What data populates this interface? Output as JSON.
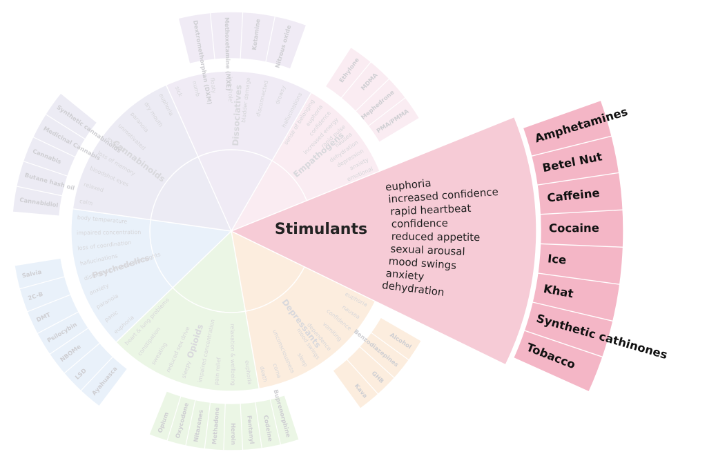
{
  "wheel": {
    "highlighted": "stimulants",
    "categories": [
      {
        "id": "stimulants",
        "name": "Stimulants",
        "color": "#f4b6c6",
        "effects": [
          "euphoria",
          "increased confidence",
          "rapid heartbeat",
          "confidence",
          "reduced appetite",
          "sexual arousal",
          "mood swings",
          "anxiety",
          "dehydration"
        ],
        "drugs": [
          "Amphetamines",
          "Betel Nut",
          "Caffeine",
          "Cocaine",
          "Ice",
          "Khat",
          "Synthetic cathinones",
          "Tobacco"
        ]
      },
      {
        "id": "depressants",
        "name": "Depressants",
        "color": "#fbe0c4",
        "effects": [
          "euphoria",
          "nausea",
          "confidence",
          "vomiting",
          "dependence",
          "mood swings",
          "sleep",
          "unconsciousness",
          "coma",
          "death"
        ],
        "drugs": [
          "Alcohol",
          "Benzodiazepines",
          "GHB",
          "Kava"
        ]
      },
      {
        "id": "opioids",
        "name": "Opioids",
        "color": "#dcefd0",
        "effects": [
          "euphoria",
          "relaxation & wellbeing",
          "pain relief",
          "impaired concentration",
          "sleepy",
          "reduced sex drive",
          "sweating",
          "constipation",
          "heart & lung problems"
        ],
        "drugs": [
          "Buprenorphine",
          "Codeine",
          "Fentanyl",
          "Heroin",
          "Methadone",
          "Nitazenes",
          "Oxycodone",
          "Opium"
        ]
      },
      {
        "id": "psychedelics",
        "name": "Psychedelics",
        "color": "#d8e6f6",
        "effects": [
          "euphoria",
          "panic",
          "paranoia",
          "anxiety",
          "distorted perceived thoughts",
          "hallucinations",
          "loss of coordination",
          "impaired concentration",
          "body temperature"
        ],
        "drugs": [
          "Ayahuasca",
          "LSD",
          "NBOMe",
          "Psilocybin",
          "DMT",
          "2C-B",
          "Salvia"
        ]
      },
      {
        "id": "cannabinoids",
        "name": "Cannabinoids",
        "color": "#dedbec",
        "effects": [
          "calm",
          "relaxed",
          "bloodshot eyes",
          "loss of memory",
          "excited",
          "unmotivated",
          "paranoia",
          "dry mouth",
          "euphoria"
        ],
        "drugs": [
          "Cannabidiol",
          "Butane hash oil",
          "Cannabis",
          "Medicinal Cannabis",
          "Synthetic cannabinoids"
        ]
      },
      {
        "id": "dissociatives",
        "name": "Dissociatives",
        "color": "#e4dcee",
        "effects": [
          "sick",
          "numb",
          "floaty",
          "in a 'hole'",
          "bladder damage",
          "disconnected",
          "drowsy",
          "hallucinations"
        ],
        "drugs": [
          "Dextromethorphan (DXM)",
          "Methoxetamine (MXE)",
          "Ketamine",
          "Nitrous oxide"
        ]
      },
      {
        "id": "empathogens",
        "name": "Empathogens",
        "color": "#f6dde8",
        "effects": [
          "sense of belonging",
          "euphoria",
          "confidence",
          "increased energy",
          "rapid pulse",
          "nausea",
          "dehydration",
          "depression",
          "anxiety",
          "emotional"
        ],
        "drugs": [
          "Ethylone",
          "MDMA",
          "Mephedrone",
          "PMA/PMMA"
        ]
      }
    ]
  }
}
